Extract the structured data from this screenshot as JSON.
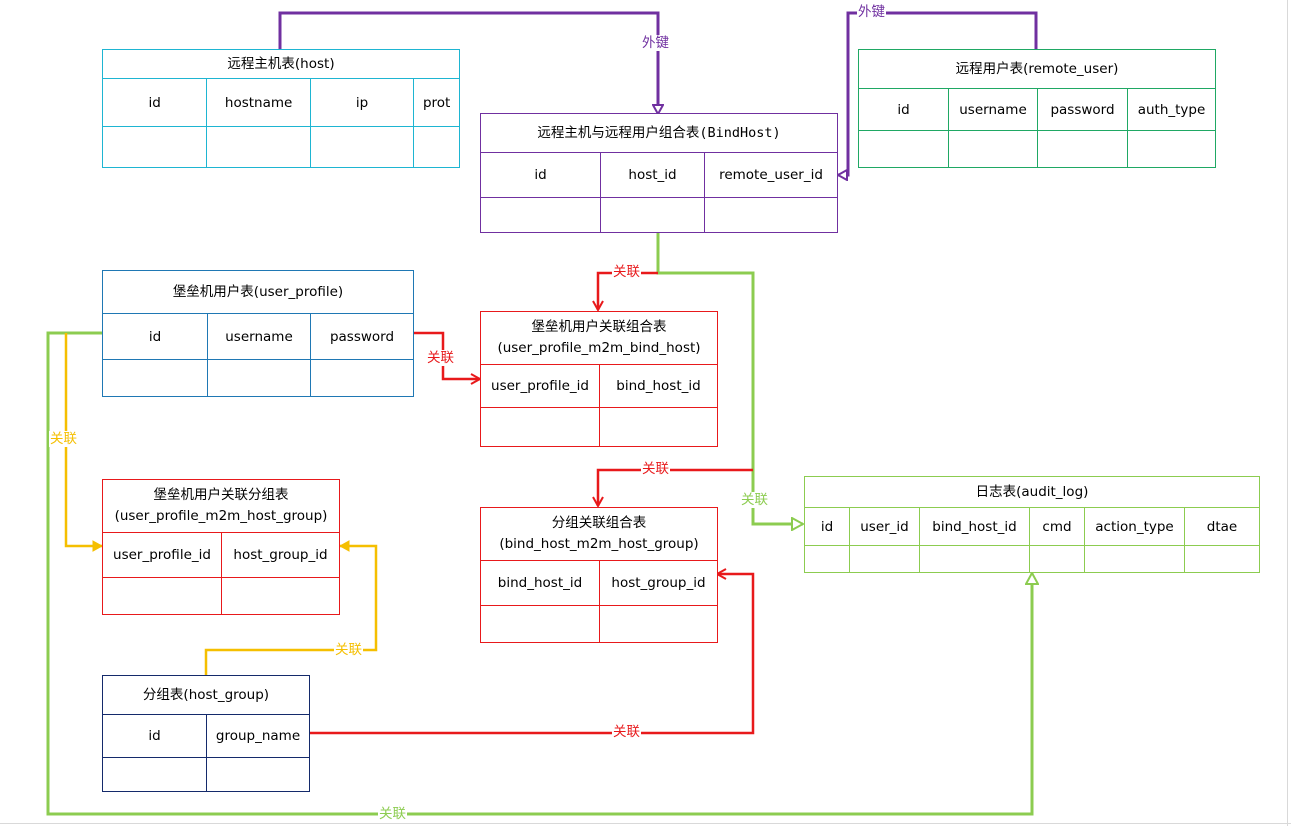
{
  "colors": {
    "host": "#1eb5d2",
    "remote_user": "#1fa864",
    "bind_host": "#7030a0",
    "user_profile": "#1f78b4",
    "red": "#e8191b",
    "yellow": "#f5bf00",
    "green": "#8ccc50",
    "navy": "#142a6b",
    "audit": "#8ccc50"
  },
  "tables": {
    "host": {
      "title": "远程主机表(host)",
      "columns": [
        "id",
        "hostname",
        "ip",
        "prot"
      ]
    },
    "remote_user": {
      "title": "远程用户表(remote_user)",
      "columns": [
        "id",
        "username",
        "password",
        "auth_type"
      ]
    },
    "bind_host": {
      "title": "远程主机与远程用户组合表(BindHost)",
      "columns": [
        "id",
        "host_id",
        "remote_user_id"
      ]
    },
    "user_profile": {
      "title": "堡垒机用户表(user_profile)",
      "columns": [
        "id",
        "username",
        "password"
      ]
    },
    "upm2m_bh": {
      "title_line1": "堡垒机用户关联组合表",
      "title_line2": "(user_profile_m2m_bind_host)",
      "columns": [
        "user_profile_id",
        "bind_host_id"
      ]
    },
    "upm2m_hg": {
      "title_line1": "堡垒机用户关联分组表",
      "title_line2": "(user_profile_m2m_host_group)",
      "columns": [
        "user_profile_id",
        "host_group_id"
      ]
    },
    "bhm2m_hg": {
      "title_line1": "分组关联组合表",
      "title_line2": "(bind_host_m2m_host_group)",
      "columns": [
        "bind_host_id",
        "host_group_id"
      ]
    },
    "host_group": {
      "title": "分组表(host_group)",
      "columns": [
        "id",
        "group_name"
      ]
    },
    "audit_log": {
      "title": "日志表(audit_log)",
      "columns": [
        "id",
        "user_id",
        "bind_host_id",
        "cmd",
        "action_type",
        "dtae"
      ]
    }
  },
  "labels": {
    "fk_host": "外键",
    "fk_remote_user": "外键",
    "rel_bindhost_upm2m": "关联",
    "rel_password_upm2m": "关联",
    "rel_up_hostgroup": "关联",
    "rel_bindhost_audit": "关联",
    "rel_red_mid": "关联",
    "rel_hostgroup_upm2mhg": "关联",
    "rel_groupname_bhm2mhg": "关联",
    "rel_bottom_green": "关联"
  }
}
